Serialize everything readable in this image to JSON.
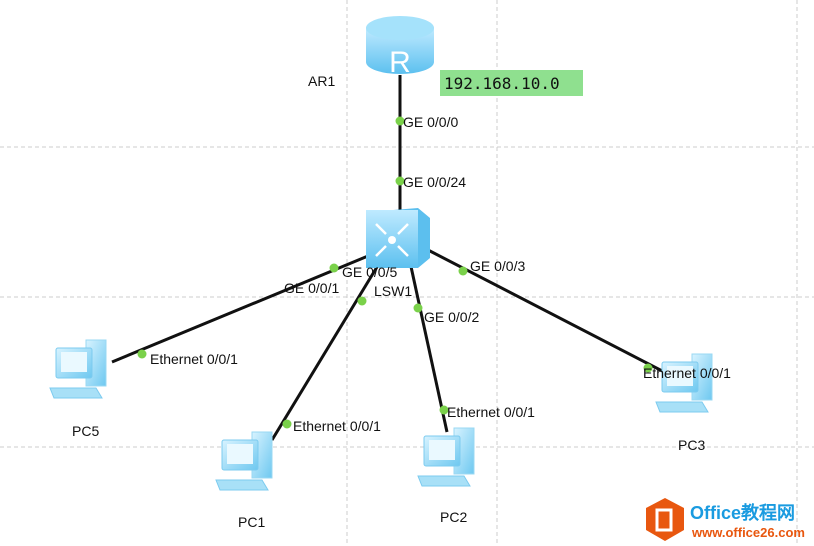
{
  "devices": {
    "router": {
      "name": "AR1",
      "glyph": "R"
    },
    "switch": {
      "name": "LSW1"
    },
    "pcs": [
      {
        "name": "PC5"
      },
      {
        "name": "PC1"
      },
      {
        "name": "PC2"
      },
      {
        "name": "PC3"
      }
    ]
  },
  "annotation": {
    "text": "192.168.10.0",
    "color": "#8fe08f"
  },
  "ports": {
    "ar1_ge000": "GE 0/0/0",
    "lsw1_ge0024": "GE 0/0/24",
    "lsw1_ge005": "GE 0/0/5",
    "lsw1_ge001": "GE 0/0/1",
    "lsw1_ge002": "GE 0/0/2",
    "lsw1_ge003": "GE 0/0/3",
    "pc5_eth": "Ethernet 0/0/1",
    "pc1_eth": "Ethernet 0/0/1",
    "pc2_eth": "Ethernet 0/0/1",
    "pc3_eth": "Ethernet 0/0/1"
  },
  "watermark": {
    "title": "Office教程网",
    "url": "www.office26.com"
  },
  "colors": {
    "port_dot": "#7ad14a",
    "link": "#111111",
    "device": "#7fd0f5",
    "grid": "#cccccc"
  }
}
